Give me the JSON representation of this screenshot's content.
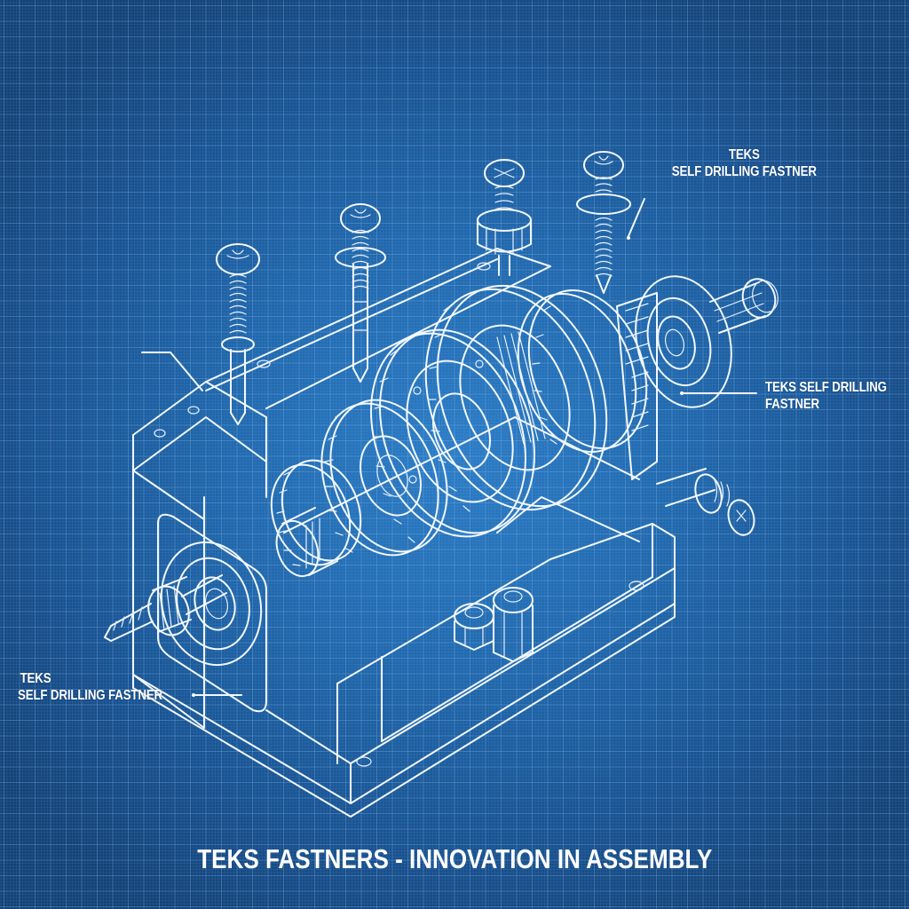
{
  "diagram": {
    "style": "blueprint isometric exploded view",
    "subject": "gearbox assembly with self-drilling fasteners",
    "colors": {
      "background_center": "#2b7cc6",
      "background_edge": "#134276",
      "grid_line": "#5f93c8",
      "line_art": "#f2f8ff",
      "text": "#ffffff"
    },
    "title": "TEKS FASTNERS - INNOVATION IN ASSEMBLY",
    "callouts": [
      {
        "id": "top-right",
        "lines": [
          "TEKS",
          "SELF DRILLING FASTNER"
        ],
        "points_to": "top-right vertical screw"
      },
      {
        "id": "right",
        "lines": [
          "TEKS SELF DRILLING",
          "FASTNER"
        ],
        "points_to": "right output shaft flange"
      },
      {
        "id": "bottom-left",
        "lines": [
          "TEKS",
          "SELF DRILLING FASTNER"
        ],
        "points_to": "housing base plate"
      },
      {
        "id": "upper-left",
        "lines": [],
        "points_to": "left mounting post (unlabeled leader line)"
      }
    ],
    "components": [
      "vertical phillips screw (left, long)",
      "vertical screw with washer (center-left)",
      "vertical screw with knurled collar (center)",
      "vertical self-drilling screw with washer (right)",
      "small spur gear",
      "medium spur gear with hub",
      "large spur gear",
      "large rear spur gear",
      "output shaft with bearing flange",
      "input shaft with knurled knob and drill-tip screw",
      "horizontal screw (right side)",
      "two flanged hex nuts (base)",
      "isometric housing with base plate"
    ]
  }
}
